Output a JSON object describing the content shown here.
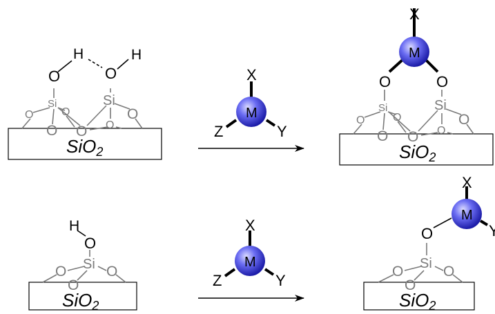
{
  "labels": {
    "support": "SiO",
    "support_sub": "2",
    "oxygen": "O",
    "hydrogen": "H",
    "silicon": "Si",
    "metal": "M",
    "x": "X",
    "y": "Y",
    "z": "Z"
  },
  "colors": {
    "metal_sphere_light": "#c9ccff",
    "metal_sphere_mid": "#5a5cf0",
    "metal_sphere_dark": "#1f1fb0",
    "framework_gray": "#7a7a7a",
    "ink": "#000000"
  }
}
